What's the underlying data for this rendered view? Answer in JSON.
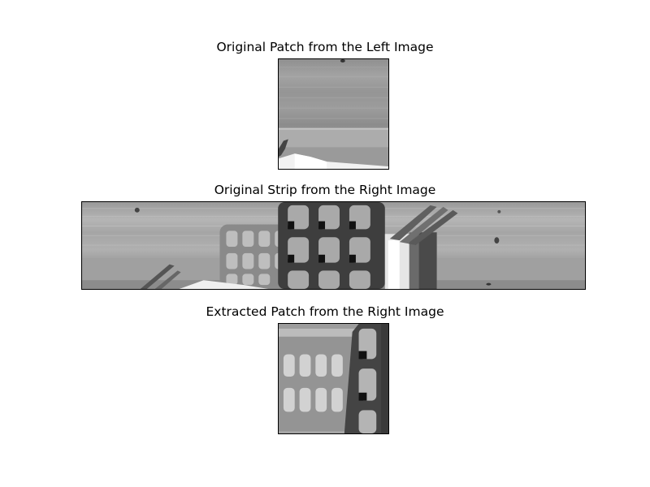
{
  "figure": {
    "panels": [
      {
        "id": "left-patch",
        "title": "Original Patch from the Left Image",
        "colormap": "gray"
      },
      {
        "id": "right-strip",
        "title": "Original Strip from the Right Image",
        "colormap": "gray"
      },
      {
        "id": "extracted-patch",
        "title": "Extracted Patch from the Right Image",
        "colormap": "gray"
      }
    ]
  }
}
